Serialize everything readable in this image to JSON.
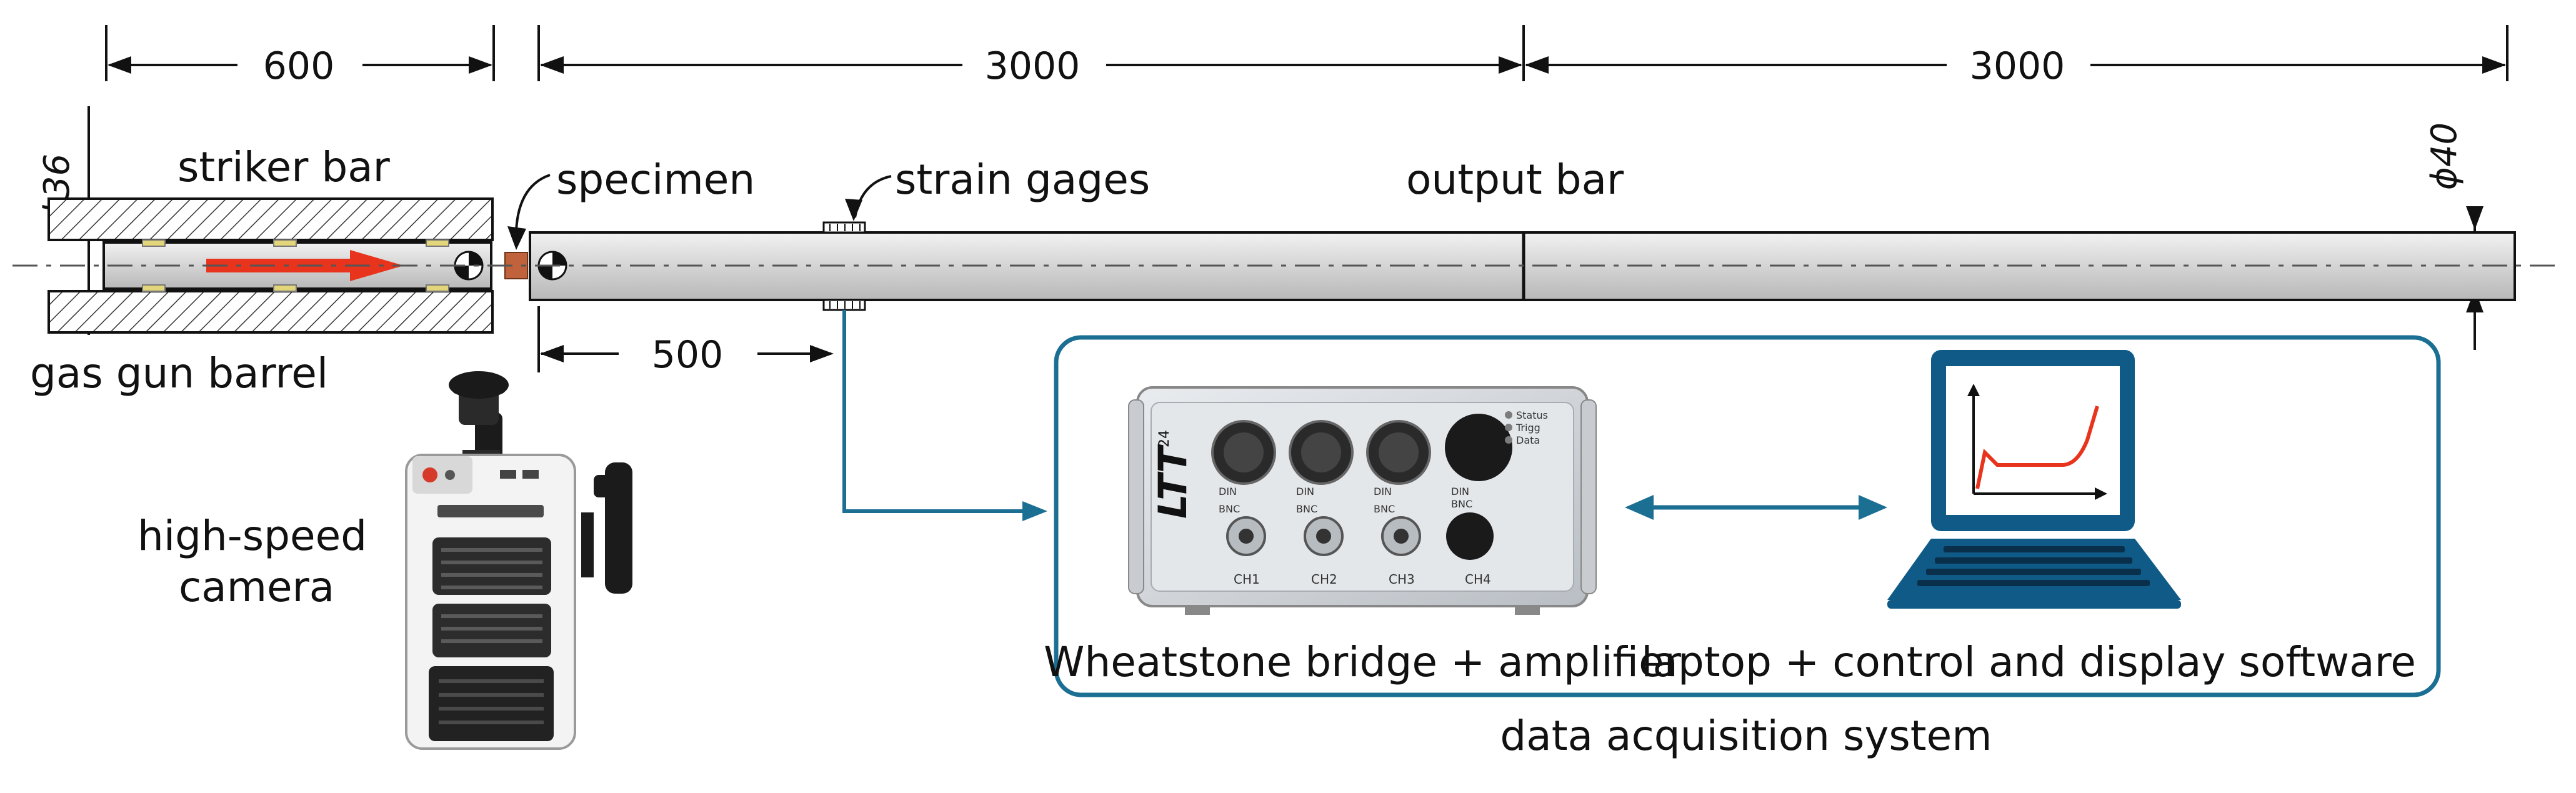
{
  "dimensions": {
    "striker_length": "600",
    "input_segment": "3000",
    "output_segment": "3000",
    "gage_distance": "500",
    "striker_diameter": "ϕ36",
    "bar_diameter": "ϕ40"
  },
  "labels": {
    "striker_bar": "striker bar",
    "specimen": "specimen",
    "strain_gages": "strain gages",
    "output_bar": "output bar",
    "gas_gun_barrel": "gas gun barrel",
    "camera_line1": "high-speed",
    "camera_line2": "camera",
    "daq_title": "data acquisition system"
  },
  "amplifier": {
    "caption": "Wheatstone bridge + amplifier",
    "brand": "LTT",
    "brand_sub": "24",
    "channels": [
      "CH1",
      "CH2",
      "CH3",
      "CH4"
    ],
    "status_leds": [
      "Status",
      "Trigg",
      "Data"
    ],
    "din": "DIN",
    "bnc": "BNC"
  },
  "laptop": {
    "caption": "laptop + control and display software"
  },
  "colors": {
    "daq_border": "#1b6f93",
    "signal_line": "#1b6f93",
    "arrow_red": "#e8341c",
    "specimen": "#c0633c",
    "laptop_blue": "#0f5a86",
    "curve": "#e8341c"
  }
}
